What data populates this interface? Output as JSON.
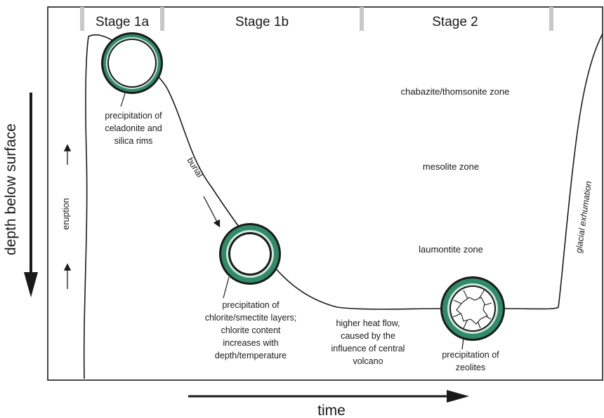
{
  "stages": [
    {
      "label": "Stage 1a"
    },
    {
      "label": "Stage 1b"
    },
    {
      "label": "Stage 2"
    }
  ],
  "zones": [
    {
      "label": "chabazite/thomsonite zone"
    },
    {
      "label": "mesolite zone"
    },
    {
      "label": "laumontite zone"
    }
  ],
  "annotations": {
    "stage1a": [
      "precipitation of",
      "celadonite and",
      "silica rims"
    ],
    "burial": "burial",
    "stage1b": [
      "precipitation of",
      "chlorite/smectite layers;",
      "chlorite content",
      "increases with",
      "depth/temperature"
    ],
    "heat_flow": [
      "higher heat flow,",
      "caused by the",
      "influence of central",
      "volcano"
    ],
    "stage2": [
      "precipitation of",
      "zeolites"
    ],
    "eruption": "eruption",
    "glacial": "glacial exhumation"
  },
  "axes": {
    "y_label": "depth below surface",
    "x_label": "time"
  },
  "colors": {
    "rim_green": "#2f8b6a",
    "rim_light": "#cfe6dc",
    "stage_marker": "#c8c8c8",
    "line": "#1a1a1a"
  }
}
